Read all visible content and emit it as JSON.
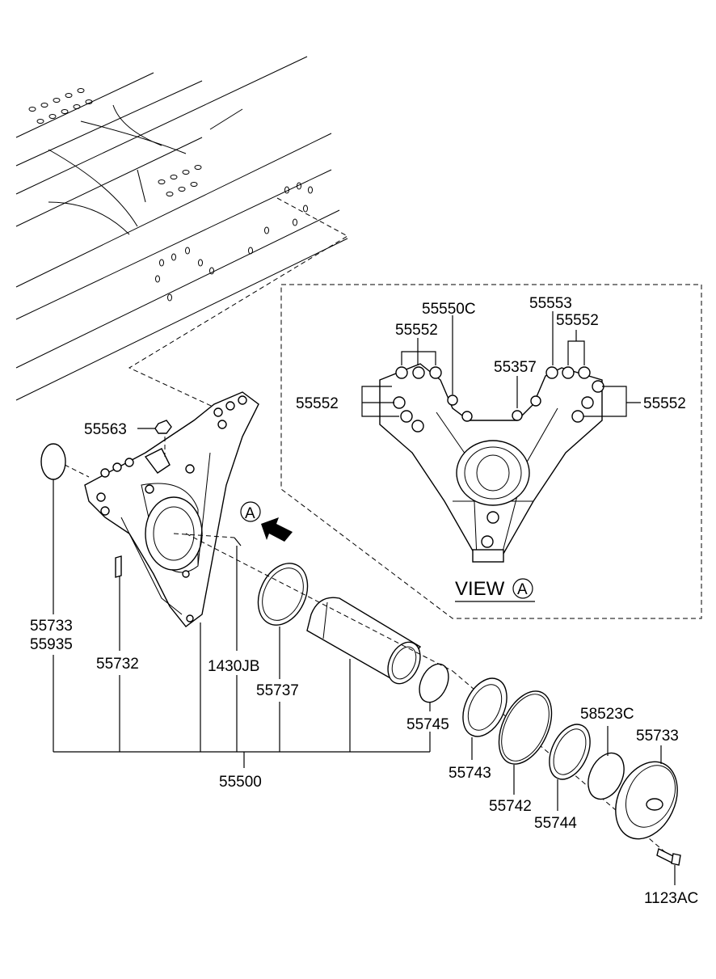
{
  "labels": {
    "p55563": "55563",
    "p55733a": "55733",
    "p55935": "55935",
    "p55732": "55732",
    "p1430JB": "1430JB",
    "p55737": "55737",
    "p55745": "55745",
    "p55500": "55500",
    "p55743": "55743",
    "p55742": "55742",
    "p55744": "55744",
    "p58523C": "58523C",
    "p55733b": "55733",
    "p1123AC": "1123AC",
    "v55550C": "55550C",
    "v55553": "55553",
    "v55552a": "55552",
    "v55552b": "55552",
    "v55552c": "55552",
    "v55552d": "55552",
    "v55357": "55357"
  },
  "view": {
    "title": "VIEW",
    "marker": "A"
  },
  "marker_main": "A"
}
